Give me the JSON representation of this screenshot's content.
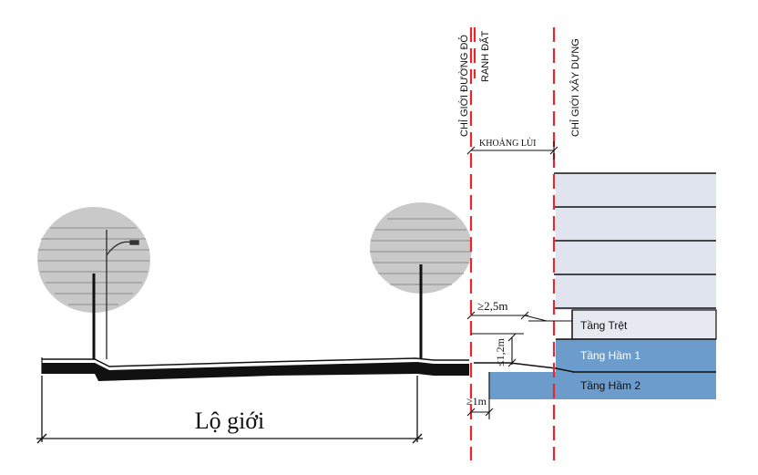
{
  "labels": {
    "red_line": "CHỈ GIỚI ĐƯỜNG ĐỎ",
    "lot_line": "RANH ĐẤT",
    "build_line": "CHỈ GIỚI XÂY DỰNG",
    "setback": "KHOẢNG LÙI",
    "min_2_5": "≥2,5m",
    "max_1_2": "≤1,2m",
    "min_1": "≥1m",
    "road_width": "Lộ giới"
  },
  "floors": {
    "ground": "Tầng Trệt",
    "b1": "Tầng Hầm 1",
    "b2": "Tầng Hầm 2"
  },
  "colors": {
    "red_dash": "#e8262c",
    "upper_floor": "#dfe4ee",
    "basement": "#6b9ccc",
    "line": "#111111"
  }
}
